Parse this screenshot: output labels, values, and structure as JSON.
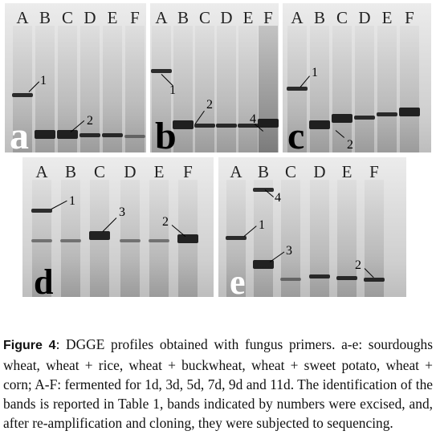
{
  "figure": {
    "lane_labels": [
      "A",
      "B",
      "C",
      "D",
      "E",
      "F"
    ],
    "panels": [
      {
        "id": "a",
        "letter": "a",
        "callouts": [
          "1",
          "2"
        ]
      },
      {
        "id": "b",
        "letter": "b",
        "callouts": [
          "1",
          "2",
          "4"
        ]
      },
      {
        "id": "c",
        "letter": "c",
        "callouts": [
          "1",
          "2"
        ]
      },
      {
        "id": "d",
        "letter": "d",
        "callouts": [
          "1",
          "3",
          "2"
        ]
      },
      {
        "id": "e",
        "letter": "e",
        "callouts": [
          "4",
          "1",
          "3",
          "2"
        ]
      }
    ]
  },
  "caption": {
    "label": "Figure 4",
    "text": ": DGGE profiles obtained with fungus primers. a-e: sourdoughs wheat, wheat + rice, wheat + buckwheat, wheat + sweet potato, wheat + corn; A-F: fermented for 1d, 3d, 5d, 7d, 9d and 11d. The identification of the bands is reported in Table 1, bands indicated by numbers were excised, and, after re-amplification and cloning, they were subjected to sequencing."
  }
}
